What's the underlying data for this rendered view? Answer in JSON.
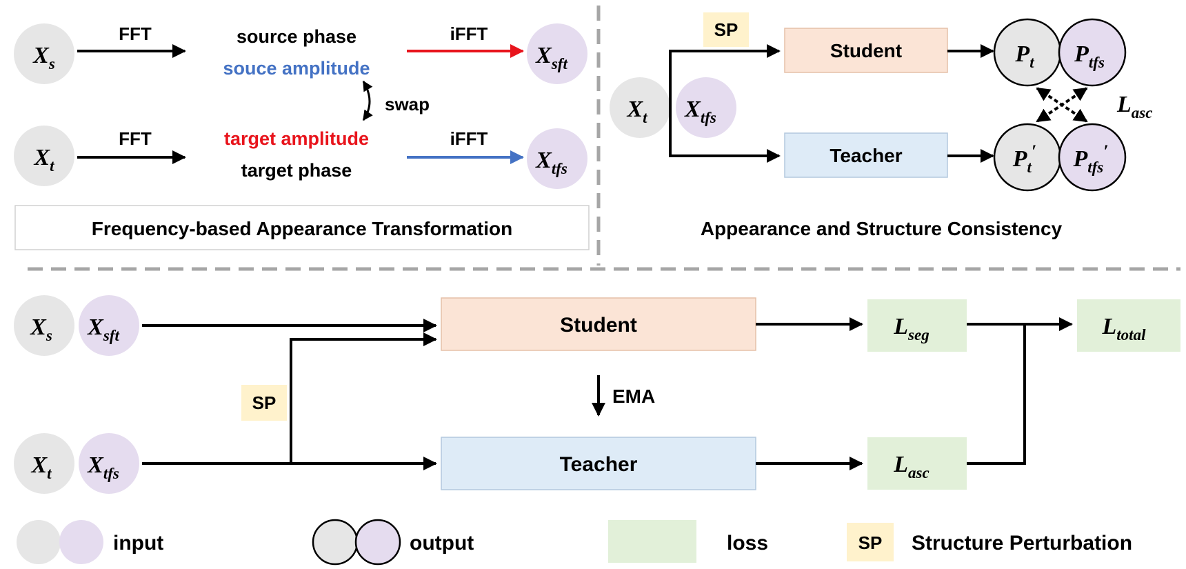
{
  "colors": {
    "input_gray": "#e6e6e6",
    "input_purple": "#e5dcef",
    "student_box": "#fbe4d6",
    "teacher_box": "#deebf7",
    "loss_box": "#e2f0d9",
    "sp_box": "#fff2cc",
    "red": "#e8141c",
    "blue": "#4472c4",
    "dashed": "#a6a6a6"
  },
  "fft_panel": {
    "xs": {
      "base": "X",
      "sub": "s"
    },
    "xt": {
      "base": "X",
      "sub": "t"
    },
    "xsft": {
      "base": "X",
      "sub": "sft"
    },
    "xtfs": {
      "base": "X",
      "sub": "tfs"
    },
    "fft_top": "FFT",
    "fft_bottom": "FFT",
    "ifft_top": "iFFT",
    "ifft_bottom": "iFFT",
    "source_phase": "source phase",
    "source_amplitude": "souce amplitude",
    "swap": "swap",
    "target_amplitude": "target amplitude",
    "target_phase": "target phase",
    "caption": "Frequency-based Appearance Transformation"
  },
  "asc_panel": {
    "sp": "SP",
    "xt": {
      "base": "X",
      "sub": "t"
    },
    "xtfs": {
      "base": "X",
      "sub": "tfs"
    },
    "student": "Student",
    "teacher": "Teacher",
    "pt": {
      "base": "P",
      "sub": "t"
    },
    "ptfs": {
      "base": "P",
      "sub": "tfs"
    },
    "pt_prime": {
      "base": "P",
      "sub": "t",
      "prime": "′"
    },
    "ptfs_prime": {
      "base": "P",
      "sub": "tfs",
      "prime": "′"
    },
    "loss": {
      "base": "L",
      "sub": "asc"
    },
    "caption": "Appearance and Structure Consistency"
  },
  "pipeline": {
    "xs": {
      "base": "X",
      "sub": "s"
    },
    "xsft": {
      "base": "X",
      "sub": "sft"
    },
    "xt": {
      "base": "X",
      "sub": "t"
    },
    "xtfs": {
      "base": "X",
      "sub": "tfs"
    },
    "student": "Student",
    "teacher": "Teacher",
    "ema": "EMA",
    "sp": "SP",
    "lseg": {
      "base": "L",
      "sub": "seg"
    },
    "lasc": {
      "base": "L",
      "sub": "asc"
    },
    "ltotal": {
      "base": "L",
      "sub": "total"
    }
  },
  "legend": {
    "input": "input",
    "output": "output",
    "loss": "loss",
    "sp": "SP",
    "structure_perturbation": "Structure Perturbation"
  }
}
